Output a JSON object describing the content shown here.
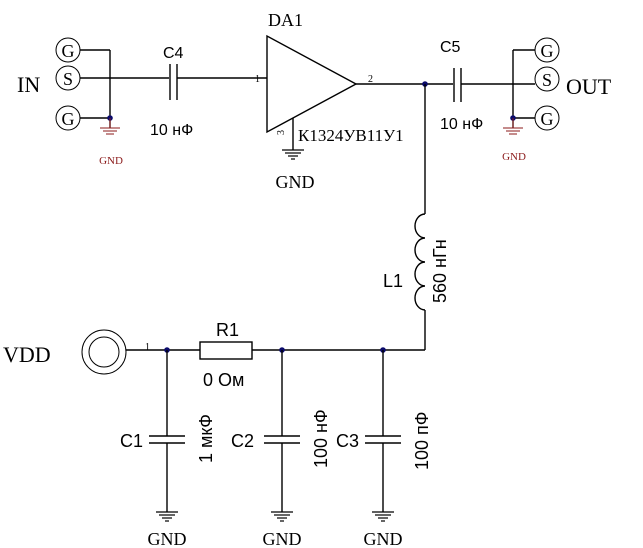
{
  "in_connector": {
    "label": "IN",
    "pins": [
      "G",
      "S",
      "G"
    ],
    "gnd": "GND"
  },
  "out_connector": {
    "label": "OUT",
    "pins": [
      "G",
      "S",
      "G"
    ],
    "gnd": "GND"
  },
  "c4": {
    "ref": "C4",
    "value": "10 нФ"
  },
  "c5": {
    "ref": "C5",
    "value": "10 нФ"
  },
  "da1": {
    "ref": "DA1",
    "part": "К1324УВ11У1",
    "pin_in": "1",
    "pin_out": "2",
    "pin_gnd": "3",
    "gnd": "GND"
  },
  "l1": {
    "ref": "L1",
    "value": "560 нГн"
  },
  "vdd": {
    "label": "VDD",
    "pin": "1"
  },
  "r1": {
    "ref": "R1",
    "value": "0 Ом"
  },
  "c1": {
    "ref": "C1",
    "value": "1 мкФ",
    "gnd": "GND"
  },
  "c2": {
    "ref": "C2",
    "value": "100 нФ",
    "gnd": "GND"
  },
  "c3": {
    "ref": "C3",
    "value": "100 пФ",
    "gnd": "GND"
  },
  "colors": {
    "wire": "#000000",
    "junction": "#0b0b6b",
    "gnd_small": "#8b1a1a"
  }
}
